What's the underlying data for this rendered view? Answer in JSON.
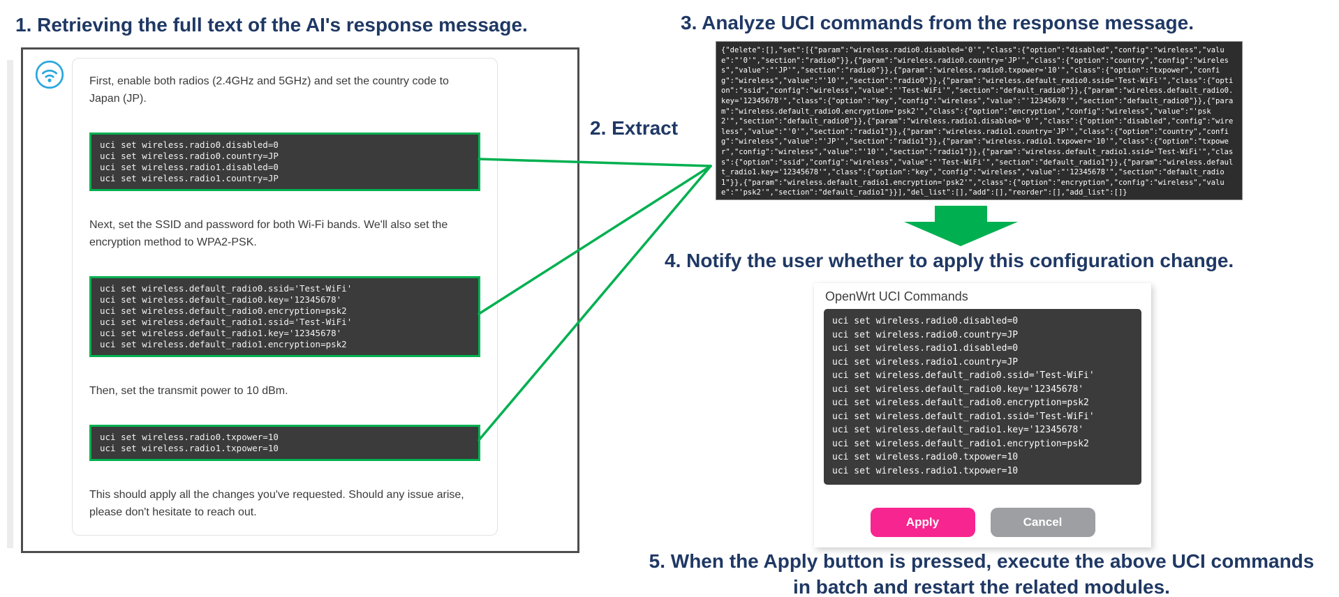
{
  "headings": {
    "step1": "1. Retrieving the full text of the AI's response message.",
    "step2": "2. Extract",
    "step3": "3. Analyze UCI commands from the response message.",
    "step4": "4. Notify the user whether to apply this configuration change.",
    "step5": "5. When the Apply button is pressed, execute the above UCI commands\nin batch and restart the related modules."
  },
  "chat": {
    "p1": "First, enable both radios (2.4GHz and 5GHz) and set the country code to Japan (JP).",
    "code1": "uci set wireless.radio0.disabled=0\nuci set wireless.radio0.country=JP\nuci set wireless.radio1.disabled=0\nuci set wireless.radio1.country=JP",
    "p2": "Next, set the SSID and password for both Wi-Fi bands. We'll also set the encryption method to WPA2-PSK.",
    "code2": "uci set wireless.default_radio0.ssid='Test-WiFi'\nuci set wireless.default_radio0.key='12345678'\nuci set wireless.default_radio0.encryption=psk2\nuci set wireless.default_radio1.ssid='Test-WiFi'\nuci set wireless.default_radio1.key='12345678'\nuci set wireless.default_radio1.encryption=psk2",
    "p3": "Then, set the transmit power to 10 dBm.",
    "code3": "uci set wireless.radio0.txpower=10\nuci set wireless.radio1.txpower=10",
    "p4": "This should apply all the changes you've requested. Should any issue arise, please don't hesitate to reach out."
  },
  "analysis": {
    "json_text": "{\"delete\":[],\"set\":[{\"param\":\"wireless.radio0.disabled='0'\",\"class\":{\"option\":\"disabled\",\"config\":\"wireless\",\"value\":\"'0'\",\"section\":\"radio0\"}},{\"param\":\"wireless.radio0.country='JP'\",\"class\":{\"option\":\"country\",\"config\":\"wireless\",\"value\":\"'JP'\",\"section\":\"radio0\"}},{\"param\":\"wireless.radio0.txpower='10'\",\"class\":{\"option\":\"txpower\",\"config\":\"wireless\",\"value\":\"'10'\",\"section\":\"radio0\"}},{\"param\":\"wireless.default_radio0.ssid='Test-WiFi'\",\"class\":{\"option\":\"ssid\",\"config\":\"wireless\",\"value\":\"'Test-WiFi'\",\"section\":\"default_radio0\"}},{\"param\":\"wireless.default_radio0.key='12345678'\",\"class\":{\"option\":\"key\",\"config\":\"wireless\",\"value\":\"'12345678'\",\"section\":\"default_radio0\"}},{\"param\":\"wireless.default_radio0.encryption='psk2'\",\"class\":{\"option\":\"encryption\",\"config\":\"wireless\",\"value\":\"'psk2'\",\"section\":\"default_radio0\"}},{\"param\":\"wireless.radio1.disabled='0'\",\"class\":{\"option\":\"disabled\",\"config\":\"wireless\",\"value\":\"'0'\",\"section\":\"radio1\"}},{\"param\":\"wireless.radio1.country='JP'\",\"class\":{\"option\":\"country\",\"config\":\"wireless\",\"value\":\"'JP'\",\"section\":\"radio1\"}},{\"param\":\"wireless.radio1.txpower='10'\",\"class\":{\"option\":\"txpower\",\"config\":\"wireless\",\"value\":\"'10'\",\"section\":\"radio1\"}},{\"param\":\"wireless.default_radio1.ssid='Test-WiFi'\",\"class\":{\"option\":\"ssid\",\"config\":\"wireless\",\"value\":\"'Test-WiFi'\",\"section\":\"default_radio1\"}},{\"param\":\"wireless.default_radio1.key='12345678'\",\"class\":{\"option\":\"key\",\"config\":\"wireless\",\"value\":\"'12345678'\",\"section\":\"default_radio1\"}},{\"param\":\"wireless.default_radio1.encryption='psk2'\",\"class\":{\"option\":\"encryption\",\"config\":\"wireless\",\"value\":\"'psk2'\",\"section\":\"default_radio1\"}}],\"del_list\":[],\"add\":[],\"reorder\":[],\"add_list\":[]}"
  },
  "dialog": {
    "title": "OpenWrt UCI Commands",
    "commands": "uci set wireless.radio0.disabled=0\nuci set wireless.radio0.country=JP\nuci set wireless.radio1.disabled=0\nuci set wireless.radio1.country=JP\nuci set wireless.default_radio0.ssid='Test-WiFi'\nuci set wireless.default_radio0.key='12345678'\nuci set wireless.default_radio0.encryption=psk2\nuci set wireless.default_radio1.ssid='Test-WiFi'\nuci set wireless.default_radio1.key='12345678'\nuci set wireless.default_radio1.encryption=psk2\nuci set wireless.radio0.txpower=10\nuci set wireless.radio1.txpower=10",
    "apply_label": "Apply",
    "cancel_label": "Cancel"
  },
  "icons": {
    "chat_avatar": "wifi-icon",
    "flow_arrow": "down-arrow-icon"
  },
  "colors": {
    "heading": "#1f3864",
    "green": "#00b050",
    "code-bg": "#3b3b3b",
    "json-bg": "#2d2d2d",
    "apply": "#f7258f",
    "cancel": "#9e9fa3",
    "wifi-blue": "#2aa7df"
  }
}
